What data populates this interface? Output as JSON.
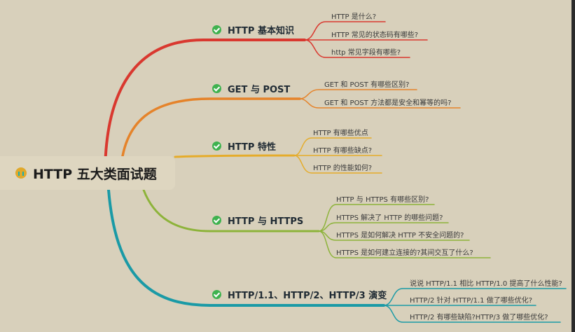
{
  "root": {
    "title": "HTTP 五大类面试题",
    "icon": "emoji-icon"
  },
  "colors": {
    "background": "#d8d0bb",
    "red": "#d9382f",
    "orange": "#e5832a",
    "yellow": "#e5ac2b",
    "green": "#8db33a",
    "teal": "#1a9aa6",
    "check": "#3fb24f"
  },
  "topics": [
    {
      "label": "HTTP 基本知识",
      "subs": [
        "HTTP 是什么?",
        "HTTP 常见的状态码有哪些?",
        "http 常见字段有哪些?"
      ]
    },
    {
      "label": "GET 与 POST",
      "subs": [
        "GET 和 POST 有哪些区别?",
        "GET 和 POST 方法都是安全和幂等的吗?"
      ]
    },
    {
      "label": "HTTP 特性",
      "subs": [
        "HTTP 有哪些优点",
        "HTTP 有哪些缺点?",
        "HTTP 的性能如何?"
      ]
    },
    {
      "label": "HTTP 与 HTTPS",
      "subs": [
        "HTTP 与 HTTPS 有哪些区别?",
        "HTTPS 解决了 HTTP 的哪些问题?",
        "HTTPS 是如何解决 HTTP 不安全问题的?",
        "HTTPS  是如何建立连接的?其间交互了什么?"
      ]
    },
    {
      "label": "HTTP/1.1、HTTP/2、HTTP/3 演变",
      "subs": [
        "说说 HTTP/1.1 相比 HTTP/1.0 提高了什么性能?",
        "HTTP/2 针对 HTTP/1.1 做了哪些优化?",
        "HTTP/2 有哪些缺陷?HTTP/3 做了哪些优化?"
      ]
    }
  ]
}
